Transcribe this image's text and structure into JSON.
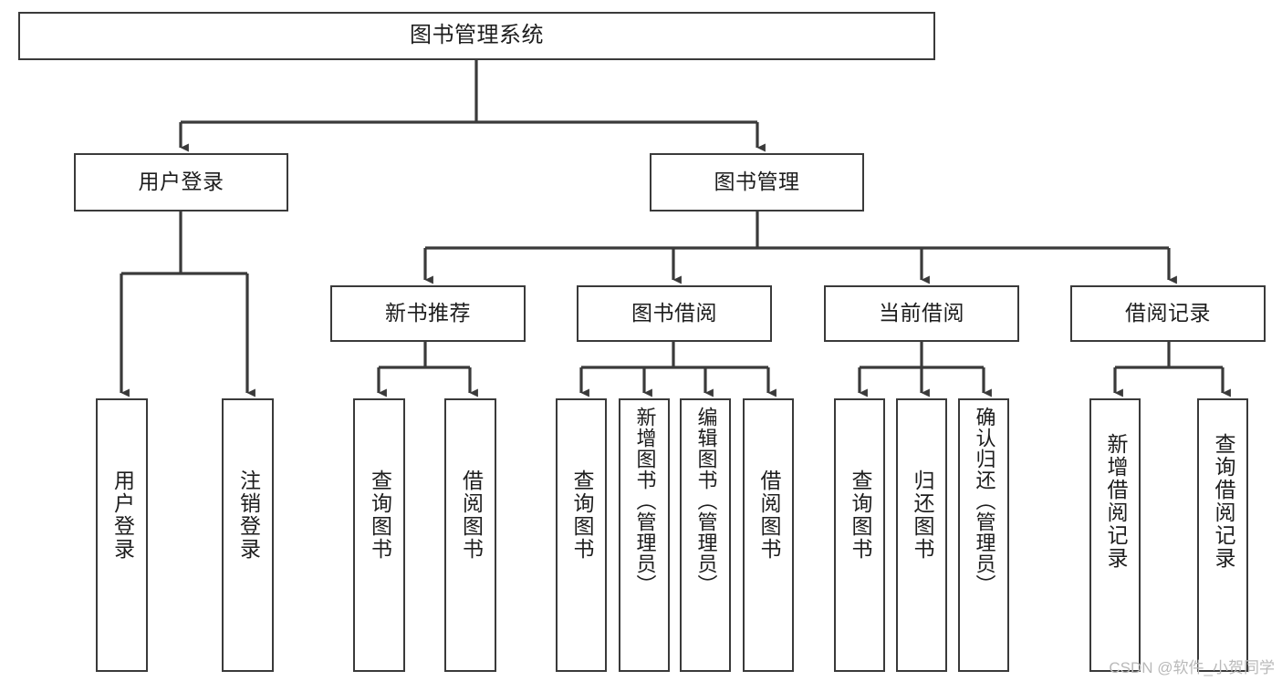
{
  "diagram": {
    "title": "图书管理系统",
    "type": "tree",
    "stroke_color": "#3a3a3a",
    "background_color": "#ffffff",
    "text_color": "#1d1d1d",
    "root": {
      "id": "root",
      "label": "图书管理系统"
    },
    "level2": [
      {
        "id": "user-login",
        "label": "用户登录"
      },
      {
        "id": "book-management",
        "label": "图书管理"
      }
    ],
    "level3": [
      {
        "id": "new-book-recommend",
        "label": "新书推荐",
        "parent": "book-management"
      },
      {
        "id": "book-borrow",
        "label": "图书借阅",
        "parent": "book-management"
      },
      {
        "id": "current-borrow",
        "label": "当前借阅",
        "parent": "book-management"
      },
      {
        "id": "borrow-record",
        "label": "借阅记录",
        "parent": "book-management"
      }
    ],
    "leaves": [
      {
        "id": "leaf-user-login",
        "label": "用户登录",
        "parent": "user-login"
      },
      {
        "id": "leaf-logout-login",
        "label": "注销登录",
        "parent": "user-login"
      },
      {
        "id": "leaf-query-book-1",
        "label": "查询图书",
        "parent": "new-book-recommend"
      },
      {
        "id": "leaf-borrow-book-1",
        "label": "借阅图书",
        "parent": "new-book-recommend"
      },
      {
        "id": "leaf-query-book-2",
        "label": "查询图书",
        "parent": "book-borrow"
      },
      {
        "id": "leaf-add-book",
        "label": "新增图书（管理员）",
        "parent": "book-borrow"
      },
      {
        "id": "leaf-edit-book",
        "label": "编辑图书（管理员）",
        "parent": "book-borrow"
      },
      {
        "id": "leaf-borrow-book-2",
        "label": "借阅图书",
        "parent": "book-borrow"
      },
      {
        "id": "leaf-query-book-3",
        "label": "查询图书",
        "parent": "current-borrow"
      },
      {
        "id": "leaf-return-book",
        "label": "归还图书",
        "parent": "current-borrow"
      },
      {
        "id": "leaf-confirm-return",
        "label": "确认归还（管理员）",
        "parent": "current-borrow"
      },
      {
        "id": "leaf-add-borrow-record",
        "label": "新增借阅记录",
        "parent": "borrow-record"
      },
      {
        "id": "leaf-query-borrow-record",
        "label": "查询借阅记录",
        "parent": "borrow-record"
      }
    ]
  },
  "watermark": {
    "text": "CSDN @软件_小贺同学"
  }
}
